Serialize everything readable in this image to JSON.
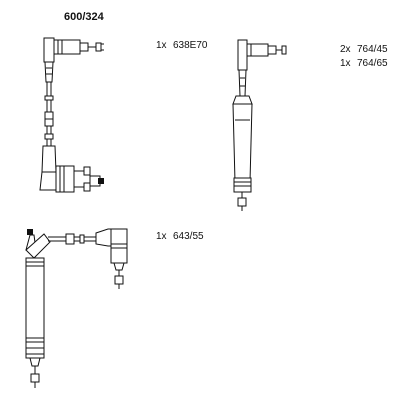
{
  "diagram": {
    "title": "600/324",
    "labels": [
      {
        "qty": "1x",
        "part": "638E70"
      },
      {
        "qty": "2x",
        "part": "764/45"
      },
      {
        "qty": "1x",
        "part": "764/65"
      },
      {
        "qty": "1x",
        "part": "643/55"
      }
    ]
  }
}
